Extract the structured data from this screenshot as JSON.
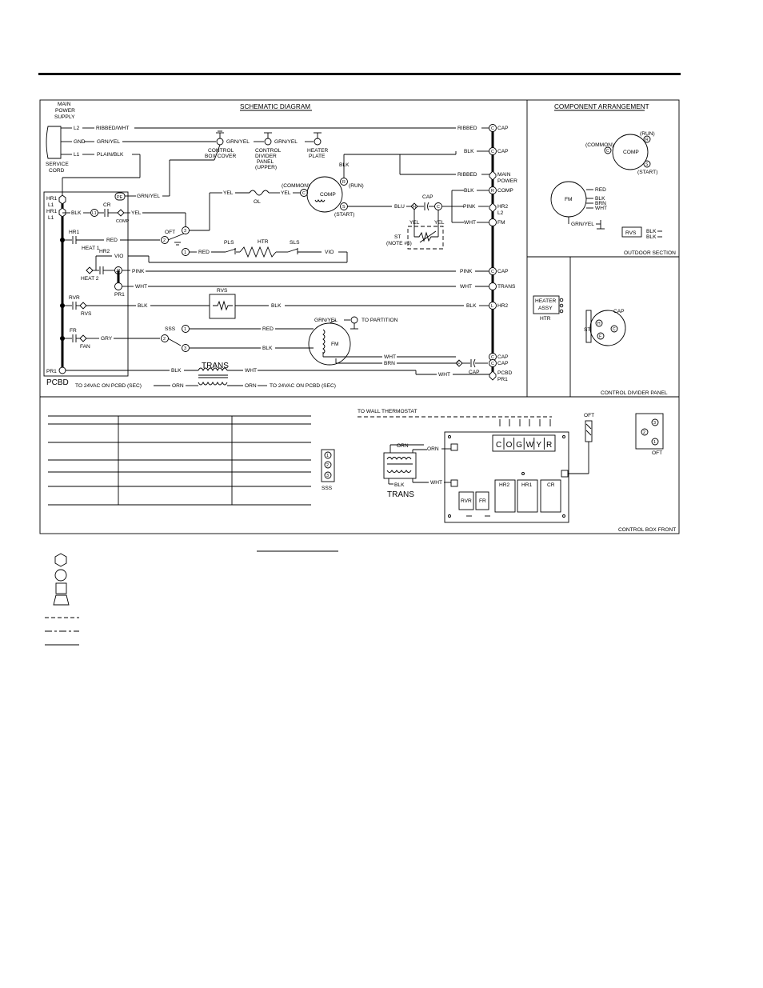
{
  "titles": {
    "schematic": "SCHEMATIC DIAGRAM",
    "component": "COMPONENT ARRANGEMENT",
    "outdoor": "OUTDOOR SECTION",
    "divider": "CONTROL DIVIDER PANEL",
    "box_front": "CONTROL BOX FRONT"
  },
  "supply": {
    "l1": "MAIN",
    "l2": "POWER",
    "l3": "SUPPLY",
    "cord1": "SERVICE",
    "cord2": "CORD",
    "l2_wire": "L2",
    "l2_color": "RIBBED/WHT",
    "gnd_wire": "GND",
    "gnd_color": "GRN/YEL",
    "l1_wire": "L1",
    "l1_color": "PLAIN/BLK"
  },
  "grounds": {
    "g1_color": "GRN/YEL",
    "g2_color": "GRN/YEL",
    "g1a": "CONTROL",
    "g1b": "BOX COVER",
    "g2a": "CONTROL",
    "g2b": "DIVIDER",
    "g2c": "PANEL",
    "g2d": "(UPPER)",
    "g3a": "HEATER",
    "g3b": "PLATE"
  },
  "pcbd": {
    "label": "PCBD",
    "hr1": "HR1",
    "l1": "L1",
    "hr1b": "HR1",
    "l1b": "L1",
    "blk": "BLK",
    "cr": "CR",
    "comp": "COMP",
    "l1tag": "L1",
    "yel": "YEL",
    "pe": "PE",
    "pe_color": "GRN/YEL",
    "hr1c": "HR1",
    "heat1": "HEAT 1",
    "red": "RED",
    "hr2": "HR2",
    "heat2": "HEAT 2",
    "vio": "VIO",
    "j2": "J2",
    "pink": "PINK",
    "wht": "WHT",
    "pr1": "PR1",
    "rvr": "RVR",
    "rvs": "RVS",
    "blk2": "BLK",
    "fr": "FR",
    "fan": "FAN",
    "gry": "GRY",
    "pr1b": "PR1"
  },
  "circuit": {
    "oft": "OFT",
    "yel": "YEL",
    "ol": "OL",
    "common": "(COMMON)",
    "run": "(RUN)",
    "start": "(START)",
    "comp": "COMP",
    "blk": "BLK",
    "blu": "BLU",
    "cap": "CAP",
    "yel_a": "YEL",
    "yel_b": "YEL",
    "st": "ST",
    "note": "(NOTE #5)",
    "pls": "PLS",
    "htr": "HTR",
    "sls": "SLS",
    "red": "RED",
    "vio": "VIO",
    "rvs": "RVS",
    "blk_rvs_l": "BLK",
    "blk_rvs_r": "BLK",
    "sss": "SSS",
    "red2": "RED",
    "blk2": "BLK",
    "fm_color": "GRN/YEL",
    "partition": "TO PARTITION",
    "fm": "FM",
    "wht": "WHT",
    "brn": "BRN",
    "cap2": "CAP",
    "blk3": "BLK",
    "wht2": "WHT",
    "trans": "TRANS",
    "orn_l": "ORN",
    "orn_r": "ORN",
    "pcbd_sec_l": "TO 24VAC ON PCBD (SEC)",
    "pcbd_sec_r": "TO 24VAC ON PCBD (SEC)",
    "wht3": "WHT"
  },
  "right_bus": {
    "ribbed1": "RIBBED",
    "cap1": "CAP",
    "blk": "BLK",
    "cap2": "CAP",
    "ribbed2": "RIBBED",
    "main1": "MAIN",
    "main2": "POWER",
    "blk_comp": "BLK",
    "comp": "COMP",
    "pink": "PINK",
    "hr2": "HR2",
    "l2": "L2",
    "wht": "WHT",
    "fm": "FM",
    "pink2": "PINK",
    "cap3": "CAP",
    "wht2": "WHT",
    "trans": "TRANS",
    "blk2": "BLK",
    "hr2b": "HR2",
    "cap4": "CAP",
    "cap5": "CAP",
    "pcbd": "PCBD",
    "pr1": "PR1"
  },
  "component": {
    "common": "(COMMON)",
    "run": "(RUN)",
    "start": "(START)",
    "comp": "COMP",
    "fm": "FM",
    "red": "RED",
    "blk": "BLK",
    "brn": "BRN",
    "wht": "WHT",
    "grn": "GRN/YEL",
    "rvs": "RVS",
    "rvs_blk1": "BLK",
    "rvs_blk2": "BLK",
    "heater1": "HEATER",
    "heater2": "ASSY",
    "htr": "HTR",
    "cap": "CAP",
    "st": "ST"
  },
  "boxfront": {
    "thermostat": "TO WALL THERMOSTAT",
    "orn": "ORN",
    "orn2": "ORN",
    "blk": "BLK",
    "wht": "WHT",
    "trans": "TRANS",
    "terminals": [
      "C",
      "O",
      "G",
      "W",
      "Y",
      "R"
    ],
    "hr2": "HR2",
    "hr1": "HR1",
    "cr": "CR",
    "rvr": "RVR",
    "fr": "FR",
    "oft": "OFT",
    "oft2": "OFT",
    "sss": "SSS",
    "pos1": "1",
    "pos2": "2",
    "pos3": "3"
  },
  "legend": {
    "title": ""
  }
}
